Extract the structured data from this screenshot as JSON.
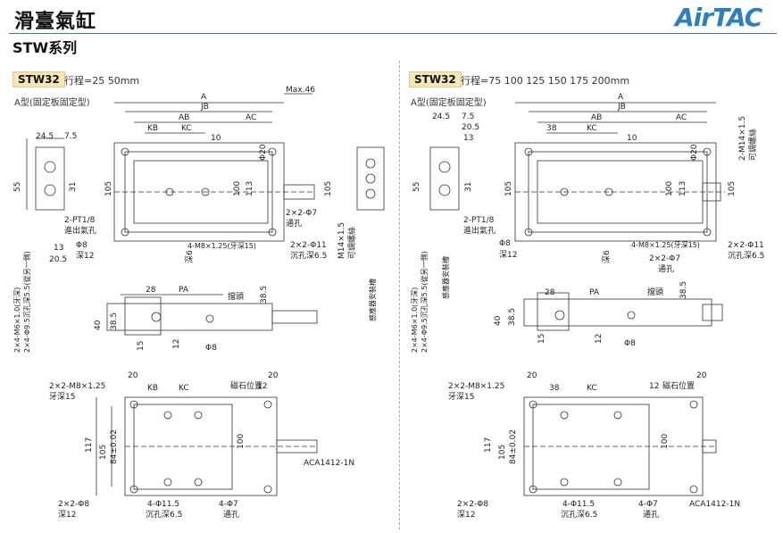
{
  "header": {
    "title": "滑臺氣缸",
    "brand": "AirTAC",
    "series": "STW系列",
    "accent": "#2d7fbf"
  },
  "left": {
    "model": "STW32",
    "stroke": "行程=25 50mm",
    "type": "A型(固定板固定型)",
    "dims": {
      "A": "A",
      "JB": "JB",
      "AB": "AB",
      "AC": "AC",
      "KB": "KB",
      "KC": "KC",
      "max": "Max.46",
      "d10": "10",
      "d245": "24.5",
      "d75": "7.5",
      "d55": "55",
      "d31": "31",
      "d105": "105",
      "d100": "100",
      "d113": "113",
      "d13": "13",
      "d205": "20.5",
      "d20": "Φ20",
      "pt": "2-PT1/8",
      "pt2": "進出氣孔",
      "phi8": "Φ8",
      "phi8b": "深12",
      "m8": "4-M8×1.25(牙深15)",
      "phi6": "深6",
      "phi7": "2×2-Φ7",
      "phi7b": "通孔",
      "phi11": "2×2-Φ11",
      "phi11b": "沉孔深6.5",
      "m14": "M14×1.5",
      "m14b": "可調螺絲",
      "m6": "2×4-M6×1.0(牙深)",
      "m6b": "2×4-Φ9.5沉孔深5.5(從另一側)",
      "d28": "28",
      "pa": "PA",
      "stop": "擋頭",
      "d40": "40",
      "d385": "38.5",
      "d15": "15",
      "d12": "12",
      "d20b": "20",
      "m8b": "2×2-M8×1.25",
      "m8c": "牙深15",
      "mag": "磁石位置",
      "d117": "117",
      "d84": "84±0.02",
      "aca": "ACA1412-1N",
      "p8": "2×2-Φ8",
      "p8b": "深12",
      "p11": "4-Φ11.5",
      "p11b": "沉孔深6.5",
      "p7": "4-Φ7",
      "p7b": "通孔"
    }
  },
  "right": {
    "model": "STW32",
    "stroke": "行程=75 100 125 150 175 200mm",
    "type": "A型(固定板固定型)",
    "dims": {
      "A": "A",
      "JB": "JB",
      "AB": "AB",
      "AC": "AC",
      "KC": "KC",
      "d38": "38",
      "d245": "24.5",
      "d75": "7.5",
      "d205": "20.5",
      "d13": "13",
      "d55": "55",
      "d31": "31",
      "d105": "105",
      "d100": "100",
      "d113": "113",
      "d10": "10",
      "d20": "Φ20",
      "m14": "2-M14×1.5",
      "m14b": "可調螺絲",
      "pt": "2-PT1/8",
      "pt2": "進出氣孔",
      "phi8": "Φ8",
      "phi8b": "深12",
      "m8": "4-M8×1.25(牙深15)",
      "phi6": "深6",
      "phi7": "2×2-Φ7",
      "phi7b": "通孔",
      "phi11": "2×2-Φ11",
      "phi11b": "沉孔深6.5",
      "sensor": "感應器安裝槽",
      "m6": "2×4-M6×1.0(牙深)",
      "m6b": "2×4-Φ9.5沉孔深5.5(從另一側)",
      "d28": "28",
      "pa": "PA",
      "stop": "擋頭",
      "d40": "40",
      "d385": "38.5",
      "d15": "15",
      "d12": "12",
      "d20b": "20",
      "m8b": "2×2-M8×1.25",
      "m8c": "牙深15",
      "mag": "磁石位置",
      "d117": "117",
      "d84": "84±0.02",
      "aca": "ACA1412-1N",
      "p8": "2×2-Φ8",
      "p8b": "深12",
      "p11": "4-Φ11.5",
      "p11b": "沉孔深6.5",
      "p7": "4-Φ7",
      "p7b": "通孔"
    }
  },
  "left_sensor": "感應器安裝槽"
}
